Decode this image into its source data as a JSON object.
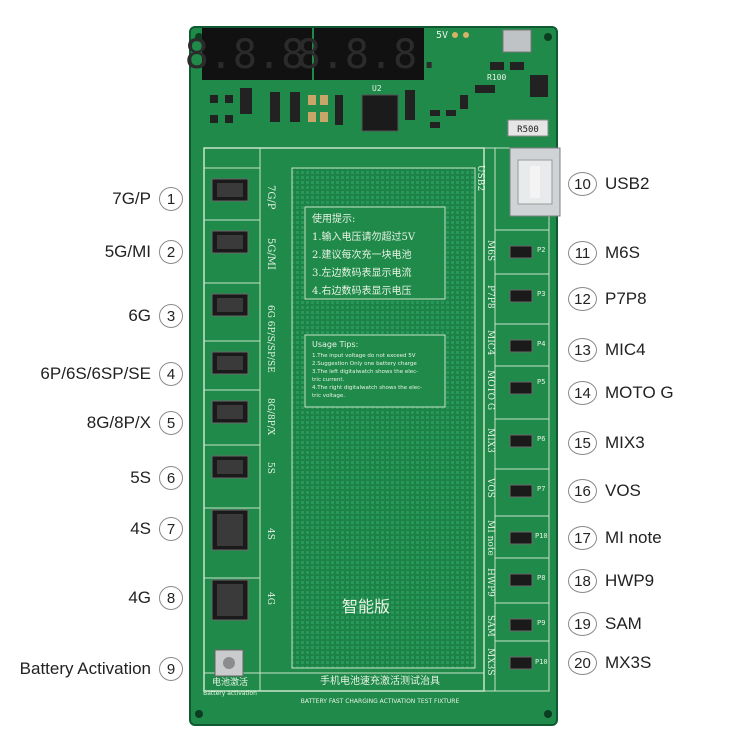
{
  "left_callouts": [
    {
      "num": "1",
      "label": "7G/P"
    },
    {
      "num": "2",
      "label": "5G/MI"
    },
    {
      "num": "3",
      "label": "6G"
    },
    {
      "num": "4",
      "label": "6P/6S/6SP/SE"
    },
    {
      "num": "5",
      "label": "8G/8P/X"
    },
    {
      "num": "6",
      "label": "5S"
    },
    {
      "num": "7",
      "label": "4S"
    },
    {
      "num": "8",
      "label": "4G"
    },
    {
      "num": "9",
      "label": "Battery Activation"
    }
  ],
  "right_callouts": [
    {
      "num": "10",
      "label": "USB2"
    },
    {
      "num": "11",
      "label": "M6S"
    },
    {
      "num": "12",
      "label": "P7P8"
    },
    {
      "num": "13",
      "label": "MIC4"
    },
    {
      "num": "14",
      "label": "MOTO G"
    },
    {
      "num": "15",
      "label": "MIX3"
    },
    {
      "num": "16",
      "label": "VOS"
    },
    {
      "num": "17",
      "label": "MI note"
    },
    {
      "num": "18",
      "label": "HWP9"
    },
    {
      "num": "19",
      "label": "SAM"
    },
    {
      "num": "20",
      "label": "MX3S"
    }
  ],
  "board": {
    "display_left": "8.8.8.",
    "display_right": "8.8.8.",
    "usb_label": "USB2",
    "slot_labels_left": [
      "7G/P",
      "5G/MI",
      "6G 6P/S/SP/SE",
      "8G/8P/X",
      "5S",
      "4S",
      "4G"
    ],
    "slot_labels_right": [
      "M6S",
      "P7P8",
      "MIC4",
      "MOTO G",
      "MIX3",
      "VOS",
      "MI note",
      "HWP9",
      "SAM",
      "MX3S"
    ],
    "connector_ids": [
      "P2",
      "P3",
      "P4",
      "P5",
      "P6",
      "P7",
      "P10",
      "P8",
      "P9",
      "P10"
    ],
    "chip_label": "U2",
    "tips_cn_title": "使用提示:",
    "tips_cn_lines": [
      "1.输入电压请勿超过5V",
      "2.建议每次充一块电池",
      "3.左边数码表显示电流",
      "4.右边数码表显示电压"
    ],
    "tips_en_title": "Usage Tips:",
    "tips_en_lines": [
      "1.The input voltage do not exceed 5V",
      "2.Suggestion Only one battery charge",
      "3.The left digitalwatch shows the elec-",
      "tric current.",
      "4.The right digitalwatch shows the elec-",
      "tric voltage."
    ],
    "smart_label": "智能版",
    "bottom_cn": "手机电池速充激活测试治具",
    "bottom_en": "BATTERY FAST CHARGING ACTIVATION TEST FIXTURE",
    "activation_cn": "电池激活",
    "activation_en": "Battery activation",
    "five_v": "5V",
    "resistor_r100": "R100",
    "resistor_r500": "R500"
  },
  "colors": {
    "pcb": "#1f8a4a",
    "pcb_dark": "#15693a",
    "silk": "#e8f3e4",
    "segment_on": "#f3f3f3",
    "segment_bg": "#111111"
  }
}
